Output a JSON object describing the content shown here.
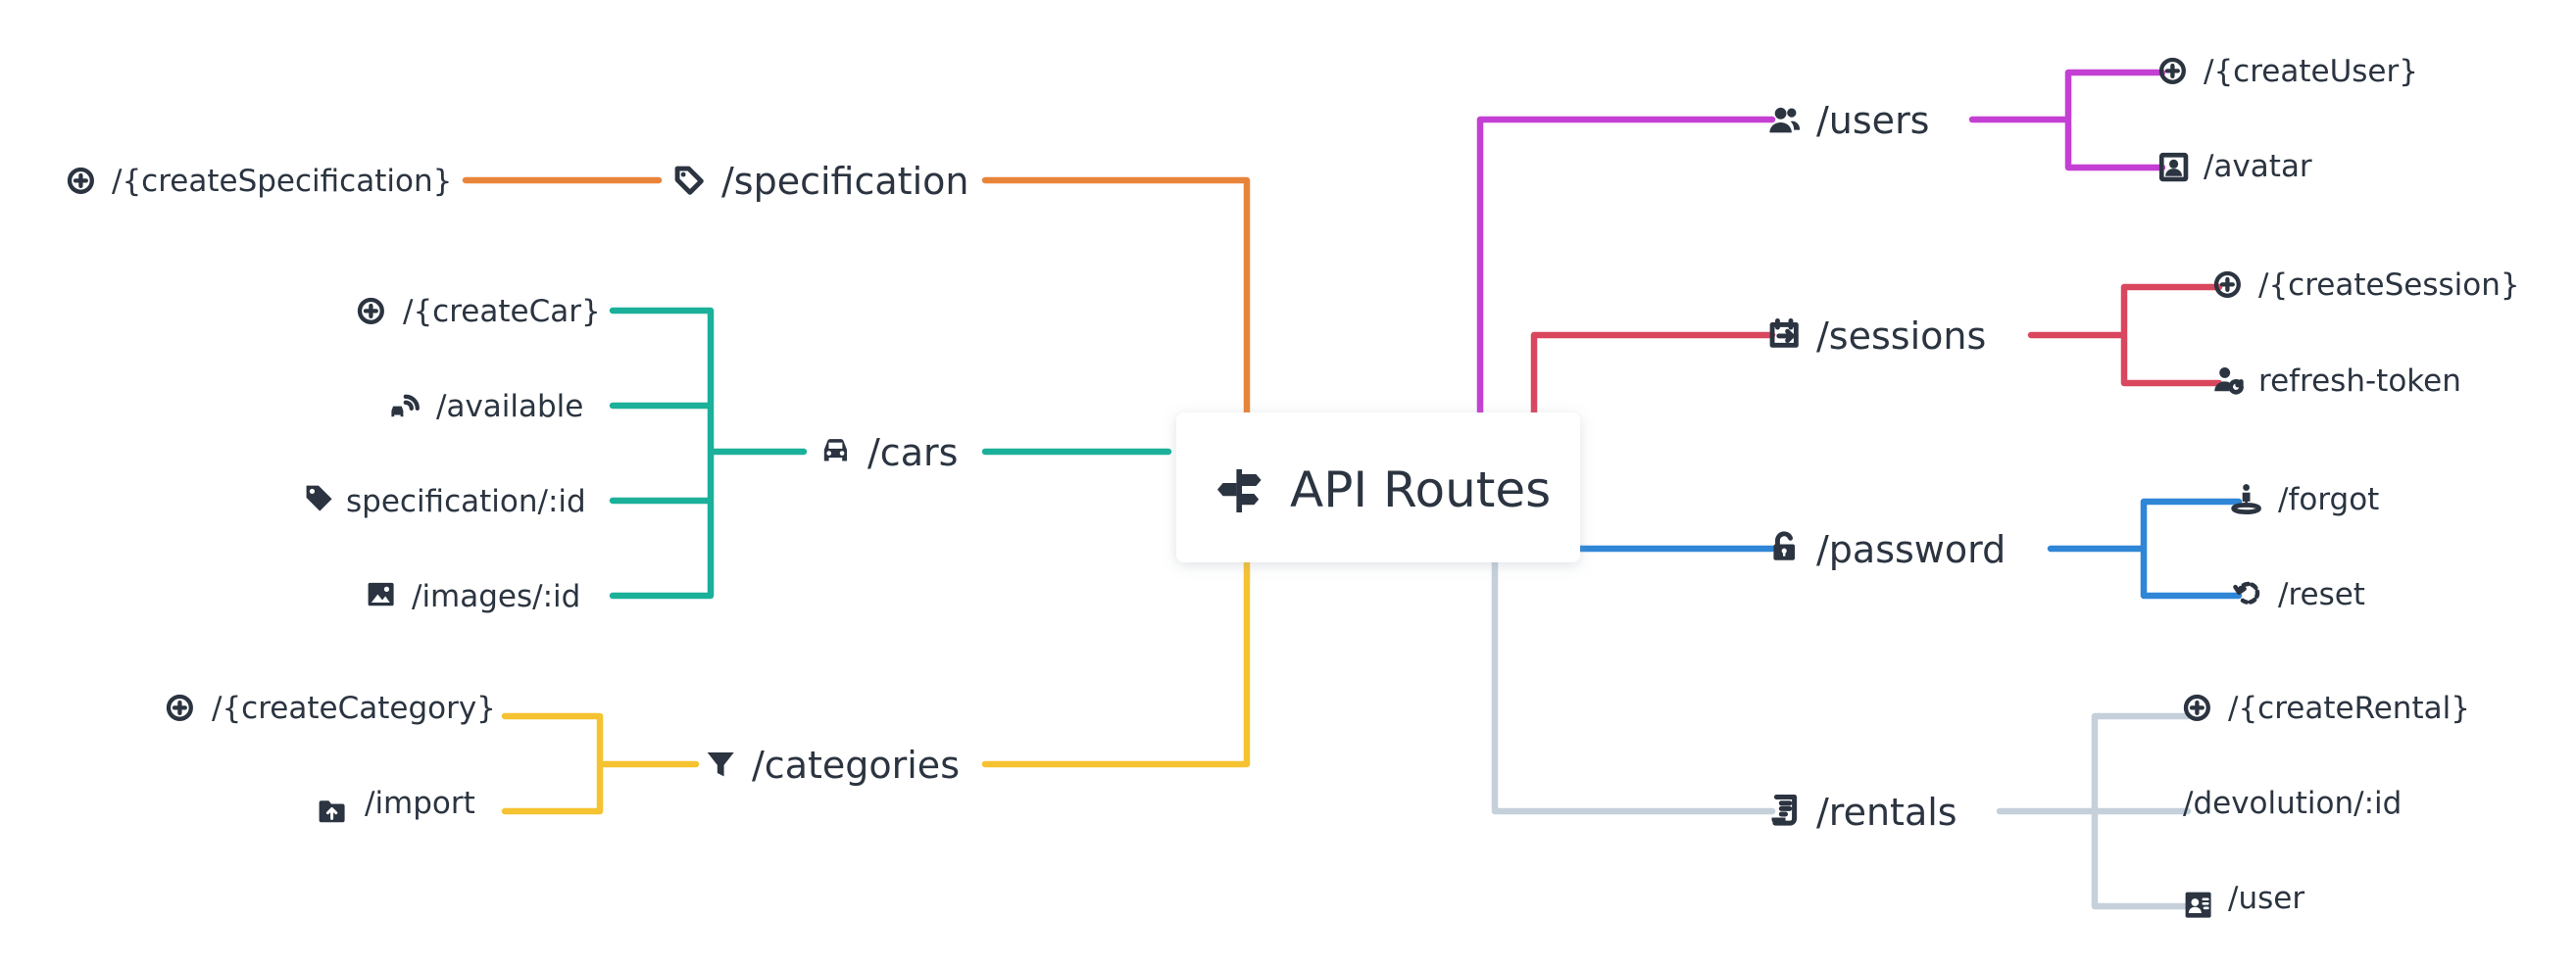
{
  "root": {
    "label": "API Routes",
    "icon": "signpost-icon"
  },
  "branches": [
    {
      "id": "specification",
      "label": "/specification",
      "icon": "tag-outline-icon",
      "color": "#e8843a",
      "children": [
        {
          "label": "/{createSpecification}",
          "icon": "plus-circle-icon"
        }
      ]
    },
    {
      "id": "cars",
      "label": "/cars",
      "icon": "car-icon",
      "color": "#1bb09a",
      "children": [
        {
          "label": "/{createCar}",
          "icon": "plus-circle-icon"
        },
        {
          "label": "/available",
          "icon": "car-signal-icon"
        },
        {
          "label": "specification/:id",
          "icon": "tag-icon"
        },
        {
          "label": "/images/:id",
          "icon": "image-icon"
        }
      ]
    },
    {
      "id": "categories",
      "label": "/categories",
      "icon": "filter-icon",
      "color": "#f5c231",
      "children": [
        {
          "label": "/{createCategory}",
          "icon": "plus-circle-icon"
        },
        {
          "label": "/import",
          "icon": "folder-upload-icon"
        }
      ]
    },
    {
      "id": "users",
      "label": "/users",
      "icon": "users-icon",
      "color": "#c43fd3",
      "children": [
        {
          "label": "/{createUser}",
          "icon": "plus-circle-icon"
        },
        {
          "label": "/avatar",
          "icon": "portrait-icon"
        }
      ]
    },
    {
      "id": "sessions",
      "label": "/sessions",
      "icon": "calendar-export-icon",
      "color": "#d9475f",
      "children": [
        {
          "label": "/{createSession}",
          "icon": "plus-circle-icon"
        },
        {
          "label": "refresh-token",
          "icon": "user-refresh-icon"
        }
      ]
    },
    {
      "id": "password",
      "label": "/password",
      "icon": "lock-open-icon",
      "color": "#2f86d6",
      "children": [
        {
          "label": "/forgot",
          "icon": "person-pin-icon"
        },
        {
          "label": "/reset",
          "icon": "reset-icon"
        }
      ]
    },
    {
      "id": "rentals",
      "label": "/rentals",
      "icon": "receipt-icon",
      "color": "#c5d0db",
      "children": [
        {
          "label": "/{createRental}",
          "icon": "plus-circle-icon"
        },
        {
          "label": "/devolution/:id",
          "icon": ""
        },
        {
          "label": "/user",
          "icon": "contact-card-icon"
        }
      ]
    }
  ]
}
